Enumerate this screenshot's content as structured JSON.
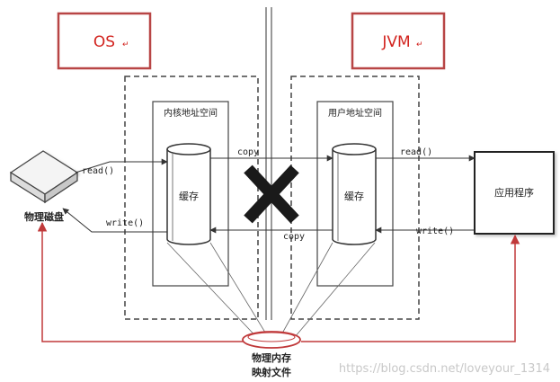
{
  "labels": {
    "os": "OS",
    "jvm": "JVM",
    "return_mark": "↵",
    "kernel_space": "内核地址空间",
    "user_space": "用户地址空间",
    "cache_kernel": "缓存",
    "cache_user": "缓存",
    "physical_disk": "物理磁盘",
    "application": "应用程序",
    "mmap_line1": "物理内存",
    "mmap_line2": "映射文件",
    "copy_top": "copy",
    "copy_bottom": "copy",
    "read_left": "read()",
    "write_left": "write()",
    "read_right": "read()",
    "write_right": "write()",
    "watermark": "https://blog.csdn.net/loveyour_1314"
  },
  "colors": {
    "os_border": "#b84545",
    "jvm_border": "#b84545",
    "os_text": "#d2231e",
    "jvm_text": "#d2231e",
    "mmap_path": "#c0393a",
    "cross": "#1a1a1a"
  }
}
